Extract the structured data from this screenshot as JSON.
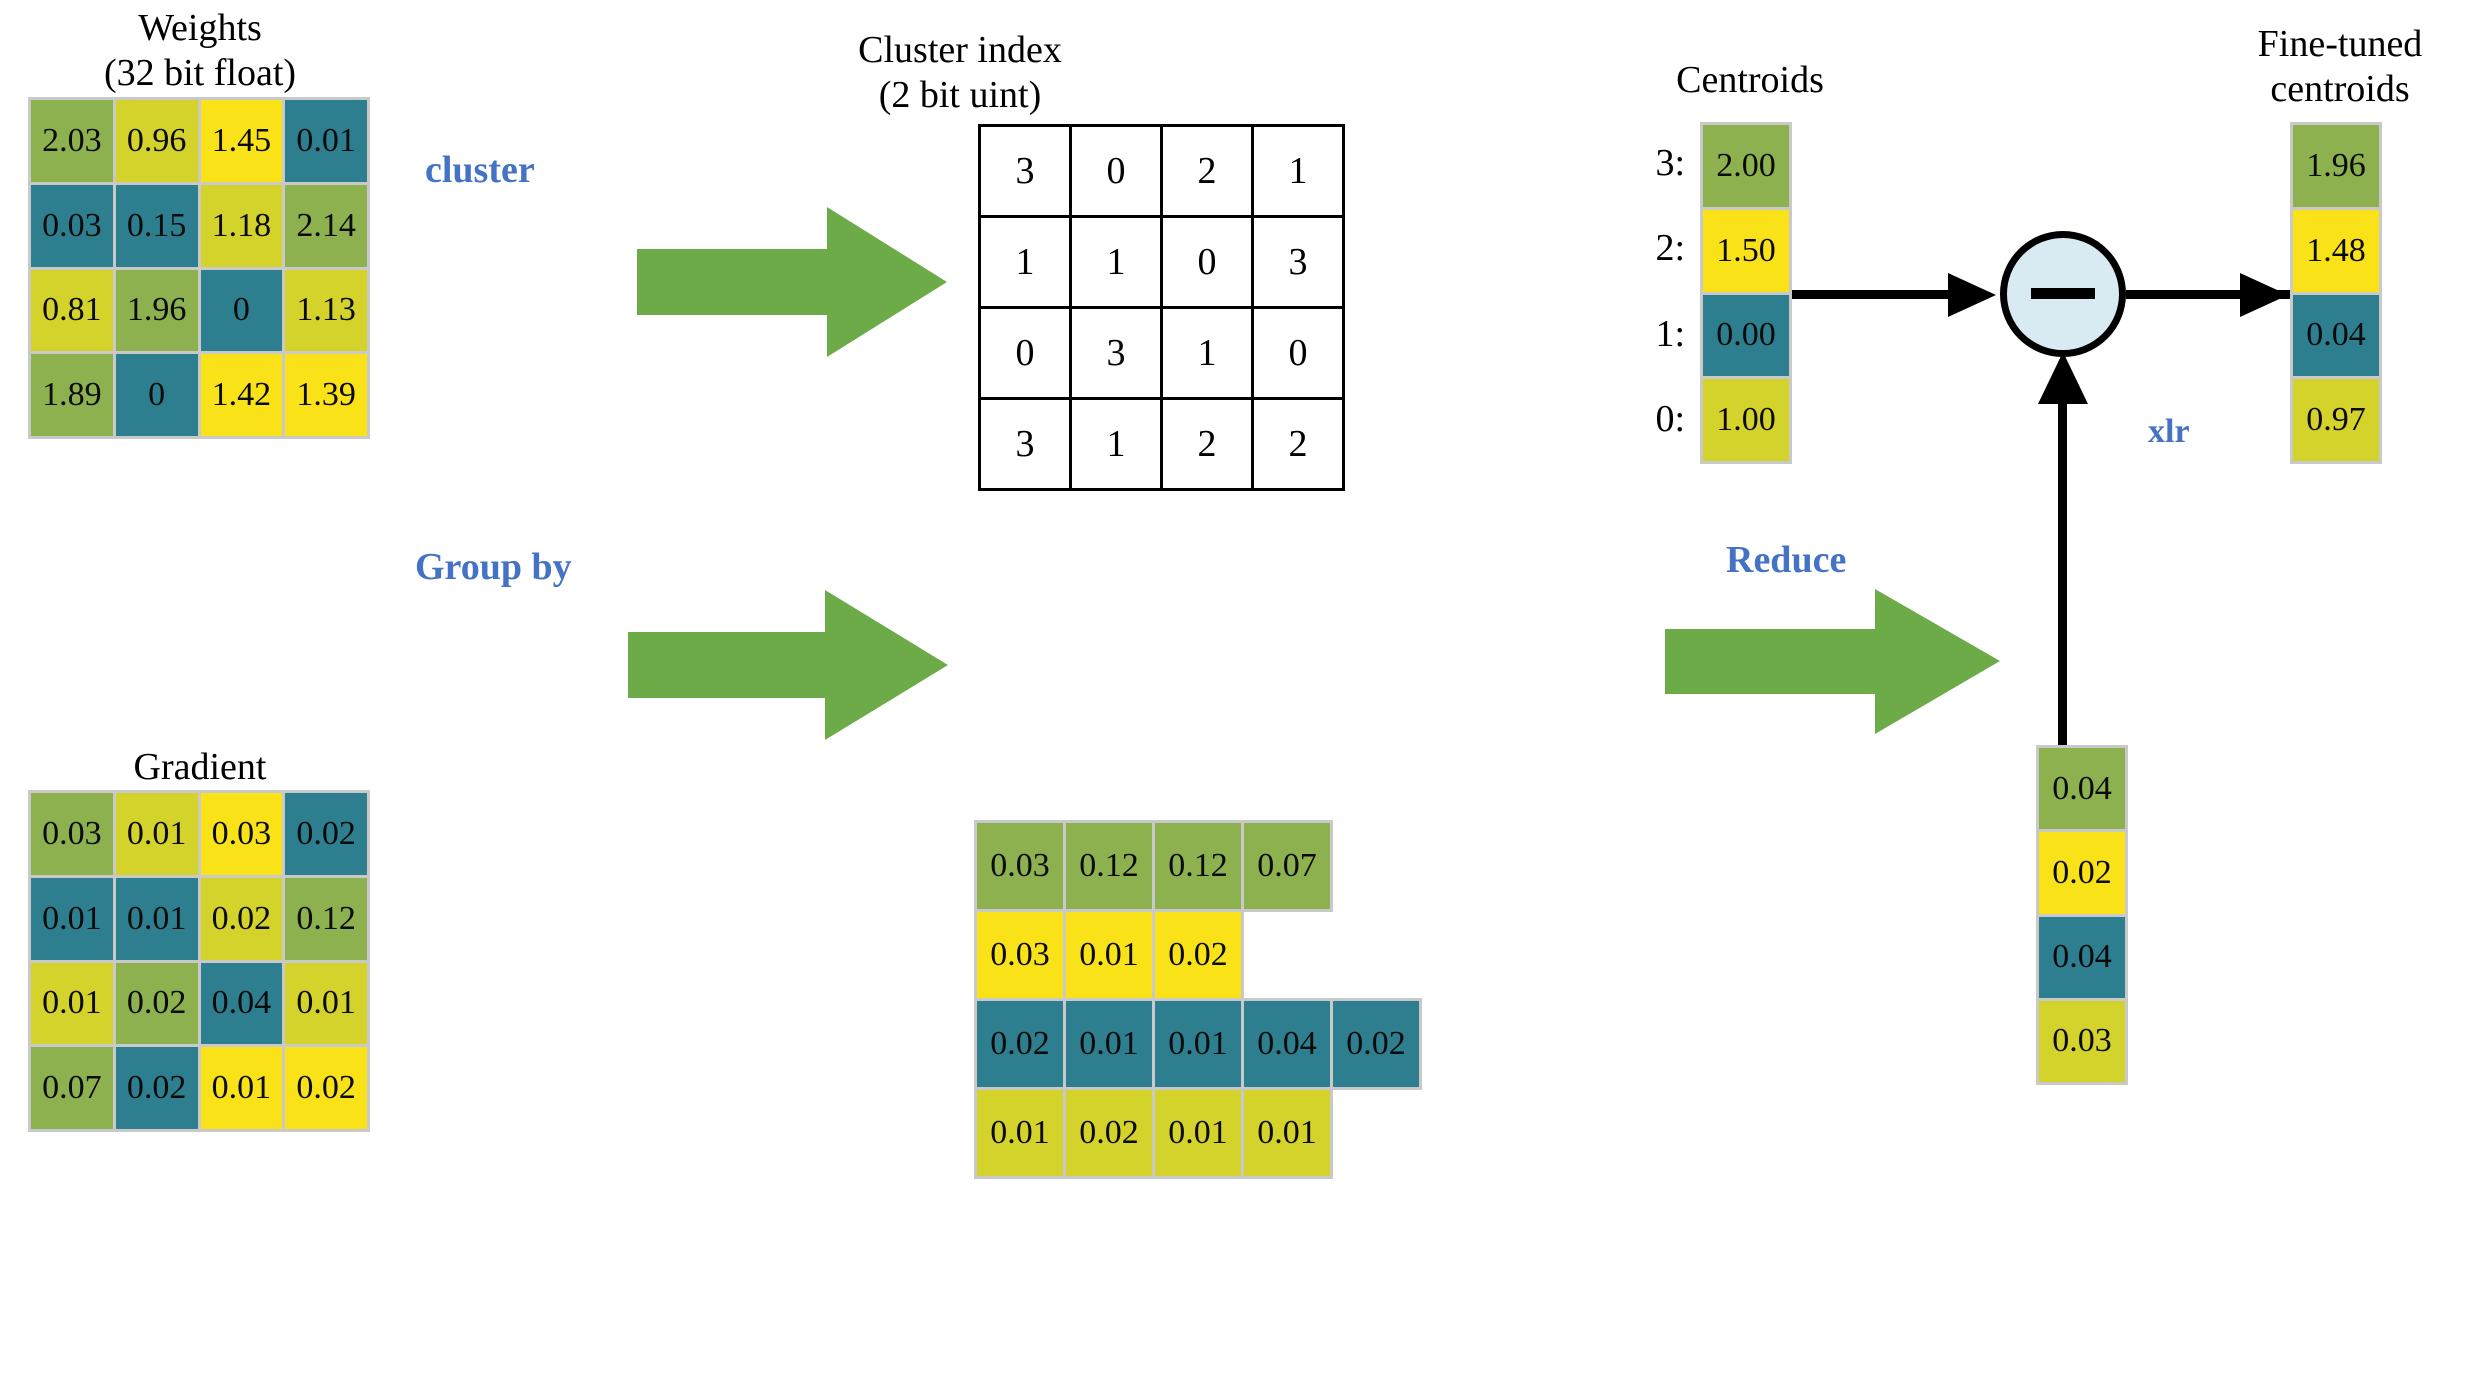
{
  "captions": {
    "weights": "Weights\n(32 bit float)",
    "gradient": "Gradient",
    "cluster_index": "Cluster index\n(2 bit uint)",
    "centroids": "Centroids",
    "fine_tuned": "Fine-tuned\ncentroids"
  },
  "operations": {
    "cluster": "cluster",
    "group_by": "Group by",
    "reduce": "Reduce",
    "xlr": "xlr",
    "minus": "−"
  },
  "colors": {
    "green": "#8cb14e",
    "yellow_green": "#d4d32c",
    "yellow": "#f9e318",
    "teal": "#2d7e8e",
    "arrow_green": "#6cab48",
    "label_blue": "#4472c4",
    "node_fill": "#d8eaf2",
    "grid_border": "#c9c9c9"
  },
  "weights_matrix": {
    "rows": [
      [
        {
          "v": "2.03",
          "c": "green"
        },
        {
          "v": "0.96",
          "c": "yellow_green"
        },
        {
          "v": "1.45",
          "c": "yellow"
        },
        {
          "v": "0.01",
          "c": "teal"
        }
      ],
      [
        {
          "v": "0.03",
          "c": "teal"
        },
        {
          "v": "0.15",
          "c": "teal"
        },
        {
          "v": "1.18",
          "c": "yellow_green"
        },
        {
          "v": "2.14",
          "c": "green"
        }
      ],
      [
        {
          "v": "0.81",
          "c": "yellow_green"
        },
        {
          "v": "1.96",
          "c": "green"
        },
        {
          "v": "0",
          "c": "teal"
        },
        {
          "v": "1.13",
          "c": "yellow_green"
        }
      ],
      [
        {
          "v": "1.89",
          "c": "green"
        },
        {
          "v": "0",
          "c": "teal"
        },
        {
          "v": "1.42",
          "c": "yellow"
        },
        {
          "v": "1.39",
          "c": "yellow"
        }
      ]
    ]
  },
  "gradient_matrix": {
    "rows": [
      [
        {
          "v": "0.03",
          "c": "green"
        },
        {
          "v": "0.01",
          "c": "yellow_green"
        },
        {
          "v": "0.03",
          "c": "yellow"
        },
        {
          "v": "0.02",
          "c": "teal"
        }
      ],
      [
        {
          "v": "0.01",
          "c": "teal"
        },
        {
          "v": "0.01",
          "c": "teal"
        },
        {
          "v": "0.02",
          "c": "yellow_green"
        },
        {
          "v": "0.12",
          "c": "green"
        }
      ],
      [
        {
          "v": "0.01",
          "c": "yellow_green"
        },
        {
          "v": "0.02",
          "c": "green"
        },
        {
          "v": "0.04",
          "c": "teal"
        },
        {
          "v": "0.01",
          "c": "yellow_green"
        }
      ],
      [
        {
          "v": "0.07",
          "c": "green"
        },
        {
          "v": "0.02",
          "c": "teal"
        },
        {
          "v": "0.01",
          "c": "yellow"
        },
        {
          "v": "0.02",
          "c": "yellow"
        }
      ]
    ]
  },
  "cluster_index_table": {
    "rows": [
      [
        "3",
        "0",
        "2",
        "1"
      ],
      [
        "1",
        "1",
        "0",
        "3"
      ],
      [
        "0",
        "3",
        "1",
        "0"
      ],
      [
        "3",
        "1",
        "2",
        "2"
      ]
    ]
  },
  "centroids": {
    "labels": [
      "3:",
      "2:",
      "1:",
      "0:"
    ],
    "cells": [
      {
        "v": "2.00",
        "c": "green"
      },
      {
        "v": "1.50",
        "c": "yellow"
      },
      {
        "v": "0.00",
        "c": "teal"
      },
      {
        "v": "1.00",
        "c": "yellow_green"
      }
    ]
  },
  "fine_tuned_centroids": {
    "cells": [
      {
        "v": "1.96",
        "c": "green"
      },
      {
        "v": "1.48",
        "c": "yellow"
      },
      {
        "v": "0.04",
        "c": "teal"
      },
      {
        "v": "0.97",
        "c": "yellow_green"
      }
    ]
  },
  "grouped_gradients": {
    "rows": [
      {
        "color": "green",
        "values": [
          "0.03",
          "0.12",
          "0.12",
          "0.07"
        ]
      },
      {
        "color": "yellow",
        "values": [
          "0.03",
          "0.01",
          "0.02"
        ]
      },
      {
        "color": "teal",
        "values": [
          "0.02",
          "0.01",
          "0.01",
          "0.04",
          "0.02"
        ]
      },
      {
        "color": "yellow_green",
        "values": [
          "0.01",
          "0.02",
          "0.01",
          "0.01"
        ]
      }
    ]
  },
  "reduced_gradients": {
    "cells": [
      {
        "v": "0.04",
        "c": "green"
      },
      {
        "v": "0.02",
        "c": "yellow"
      },
      {
        "v": "0.04",
        "c": "teal"
      },
      {
        "v": "0.03",
        "c": "yellow_green"
      }
    ]
  }
}
